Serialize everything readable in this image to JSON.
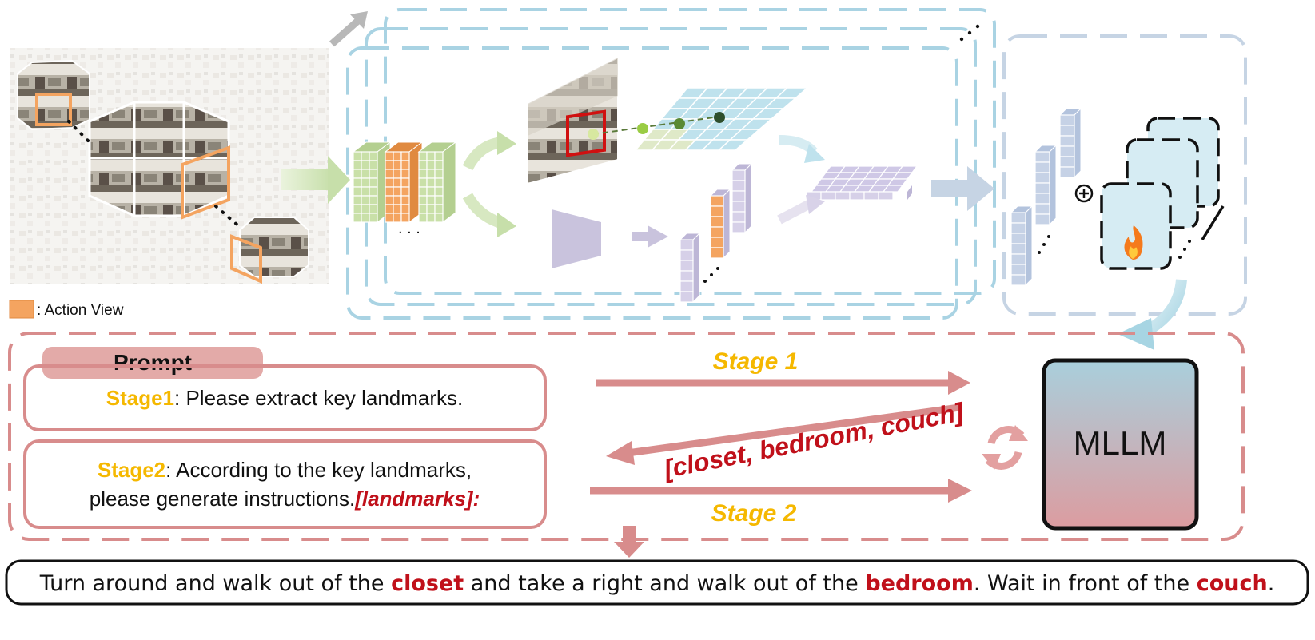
{
  "legend": {
    "label": ": Action View"
  },
  "prompt": {
    "header": "Prompt",
    "stage1_tag": "Stage1",
    "stage1_text": ": Please extract key landmarks.",
    "stage2_tag": "Stage2",
    "stage2_text_line1": ": According to the key landmarks,",
    "stage2_text_line2": "please generate instructions.",
    "stage2_placeholder": "[landmarks]",
    "stage2_colon": ":"
  },
  "arrows": {
    "stage1_label": "Stage 1",
    "stage2_label": "Stage 2",
    "landmarks_output": "[closet, bedroom, couch]"
  },
  "model": {
    "label": "MLLM"
  },
  "output": {
    "part1": "Turn around and walk out of  the ",
    "kw1": "closet",
    "part2": " and take a right and walk out of the ",
    "kw2": "bedroom",
    "part3": ". Wait in front of the ",
    "kw3": "couch",
    "part4": "."
  },
  "colors": {
    "pink_border": "#d88c8c",
    "blue_dash": "#a9d3e3",
    "stage_yellow": "#f5b800",
    "keyword_red": "#c0101a",
    "action_view_orange": "#f4a460"
  }
}
